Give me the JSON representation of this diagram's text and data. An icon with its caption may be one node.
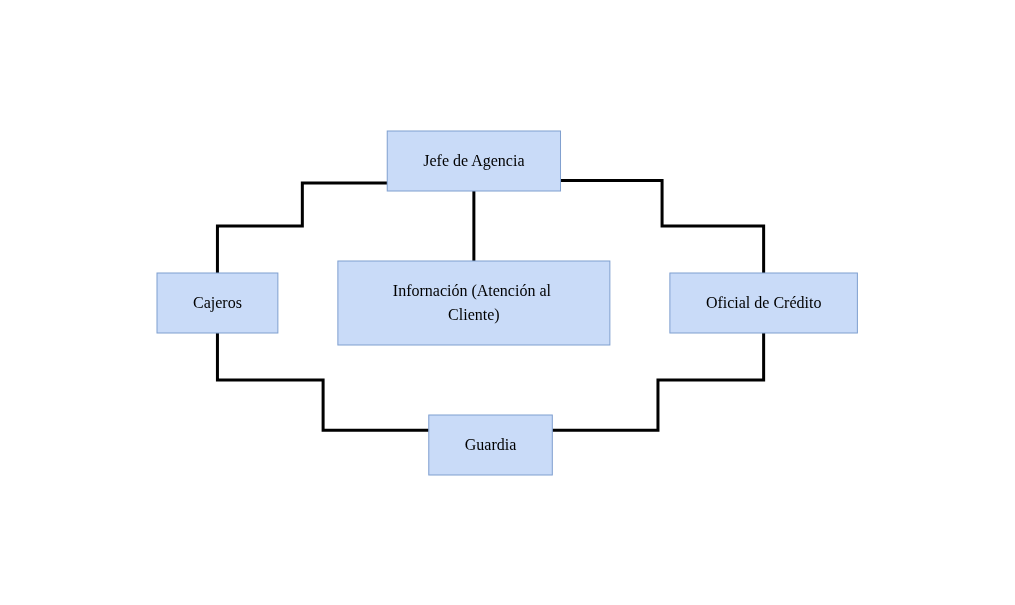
{
  "diagram": {
    "nodes": [
      {
        "text": [
          "Jefe de Agencia"
        ]
      },
      {
        "text": [
          "Cajeros"
        ]
      },
      {
        "text": [
          "Infornación (Atención al Cliente)"
        ]
      },
      {
        "text": [
          "Oficial de Crédito"
        ]
      },
      {
        "text": [
          "Guardia"
        ]
      }
    ],
    "edges": [
      {
        "from": 0,
        "to": 1,
        "arrow": "none"
      },
      {
        "from": 0,
        "to": 2,
        "arrow": "none"
      },
      {
        "from": 0,
        "to": 3,
        "arrow": "none"
      },
      {
        "from": 1,
        "to": 4,
        "arrow": "none"
      },
      {
        "from": 3,
        "to": 4,
        "arrow": "none"
      }
    ]
  }
}
